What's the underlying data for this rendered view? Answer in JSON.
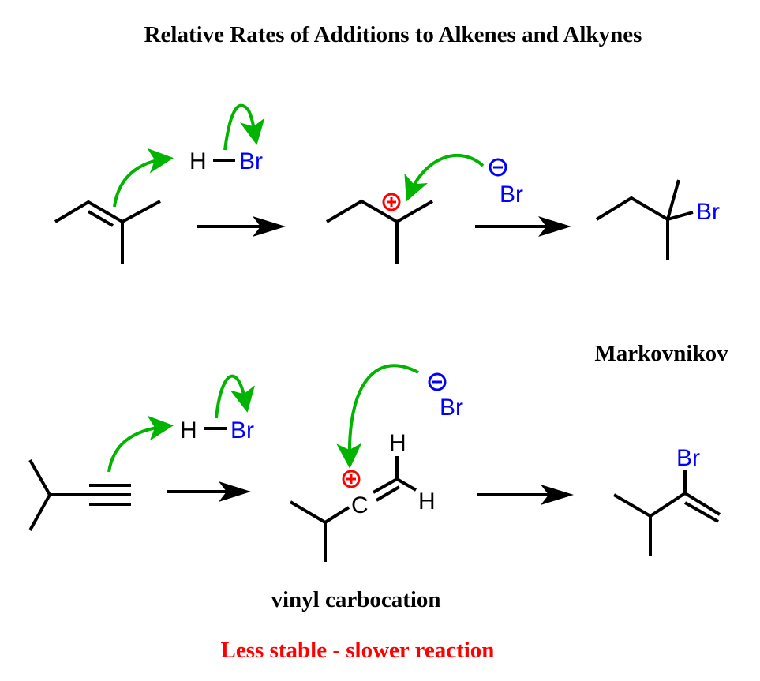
{
  "title": "Relative Rates of Additions to Alkenes and Alkynes",
  "colors": {
    "green_arrow": "#00b400",
    "bromine": "#0000ff",
    "charge": "#ff0000",
    "warning": "#ff0000"
  },
  "row1": {
    "hbr_h": "H",
    "hbr_br": "Br",
    "bromide": "Br",
    "product_br": "Br"
  },
  "row2": {
    "hbr_h": "H",
    "hbr_br": "Br",
    "bromide": "Br",
    "cation_c": "C",
    "cation_h_top": "H",
    "cation_h_right": "H",
    "product_br": "Br"
  },
  "labels": {
    "markovnikov": "Markovnikov",
    "vinyl_carbocation": "vinyl carbocation",
    "note": "Less stable - slower reaction"
  }
}
